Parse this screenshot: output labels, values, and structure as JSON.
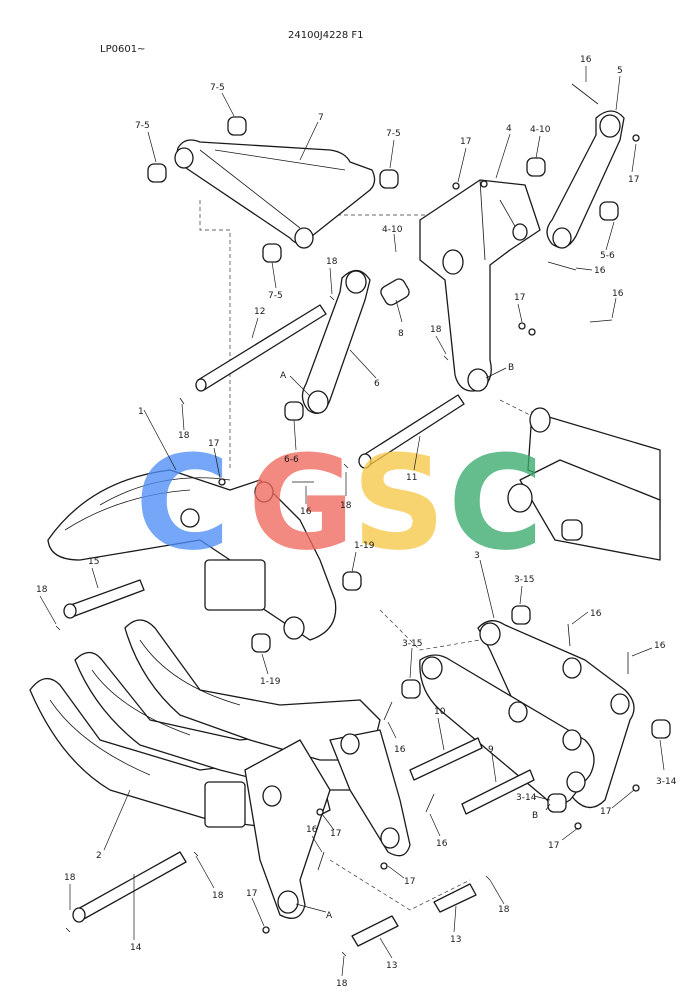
{
  "header": {
    "part_number": "24100J4228 F1",
    "serial": "LP0601~"
  },
  "watermark": {
    "letters": [
      {
        "char": "C",
        "color": "#4f8ef7"
      },
      {
        "char": "G",
        "color": "#f06a5e"
      },
      {
        "char": "S",
        "color": "#f7c948"
      },
      {
        "char": "C",
        "color": "#3aaa6e"
      }
    ]
  },
  "callouts": [
    {
      "id": "c1",
      "text": "16"
    },
    {
      "id": "c2",
      "text": "5"
    },
    {
      "id": "c3",
      "text": "7-5"
    },
    {
      "id": "c4",
      "text": "7"
    },
    {
      "id": "c5",
      "text": "7-5"
    },
    {
      "id": "c6",
      "text": "7-5"
    },
    {
      "id": "c7",
      "text": "17"
    },
    {
      "id": "c8",
      "text": "4"
    },
    {
      "id": "c9",
      "text": "4-10"
    },
    {
      "id": "c10",
      "text": "17"
    },
    {
      "id": "c11",
      "text": "4-10"
    },
    {
      "id": "c12",
      "text": "5-6"
    },
    {
      "id": "c13",
      "text": "16"
    },
    {
      "id": "c14",
      "text": "7-5"
    },
    {
      "id": "c15",
      "text": "18"
    },
    {
      "id": "c16",
      "text": "12"
    },
    {
      "id": "c17",
      "text": "8"
    },
    {
      "id": "c18",
      "text": "17"
    },
    {
      "id": "c19",
      "text": "16"
    },
    {
      "id": "c20",
      "text": "18"
    },
    {
      "id": "c21",
      "text": "B"
    },
    {
      "id": "c22",
      "text": "A"
    },
    {
      "id": "c23",
      "text": "6"
    },
    {
      "id": "c24",
      "text": "18"
    },
    {
      "id": "c25",
      "text": "1"
    },
    {
      "id": "c26",
      "text": "17"
    },
    {
      "id": "c27",
      "text": "6-6"
    },
    {
      "id": "c28",
      "text": "11"
    },
    {
      "id": "c29",
      "text": "16"
    },
    {
      "id": "c30",
      "text": "18"
    },
    {
      "id": "c31",
      "text": "1-19"
    },
    {
      "id": "c32",
      "text": "15"
    },
    {
      "id": "c33",
      "text": "3"
    },
    {
      "id": "c34",
      "text": "3-15"
    },
    {
      "id": "c35",
      "text": "18"
    },
    {
      "id": "c36",
      "text": "16"
    },
    {
      "id": "c37",
      "text": "3-15"
    },
    {
      "id": "c38",
      "text": "16"
    },
    {
      "id": "c39",
      "text": "1-19"
    },
    {
      "id": "c40",
      "text": "10"
    },
    {
      "id": "c41",
      "text": "16"
    },
    {
      "id": "c42",
      "text": "9"
    },
    {
      "id": "c43",
      "text": "3-14"
    },
    {
      "id": "c44",
      "text": "3-14"
    },
    {
      "id": "c45",
      "text": "17"
    },
    {
      "id": "c46",
      "text": "B"
    },
    {
      "id": "c47",
      "text": "17"
    },
    {
      "id": "c48",
      "text": "2"
    },
    {
      "id": "c49",
      "text": "16"
    },
    {
      "id": "c50",
      "text": "17"
    },
    {
      "id": "c51",
      "text": "16"
    },
    {
      "id": "c52",
      "text": "17"
    },
    {
      "id": "c53",
      "text": "18"
    },
    {
      "id": "c54",
      "text": "18"
    },
    {
      "id": "c55",
      "text": "17"
    },
    {
      "id": "c56",
      "text": "A"
    },
    {
      "id": "c57",
      "text": "18"
    },
    {
      "id": "c58",
      "text": "14"
    },
    {
      "id": "c59",
      "text": "13"
    },
    {
      "id": "c60",
      "text": "13"
    },
    {
      "id": "c61",
      "text": "18"
    }
  ]
}
